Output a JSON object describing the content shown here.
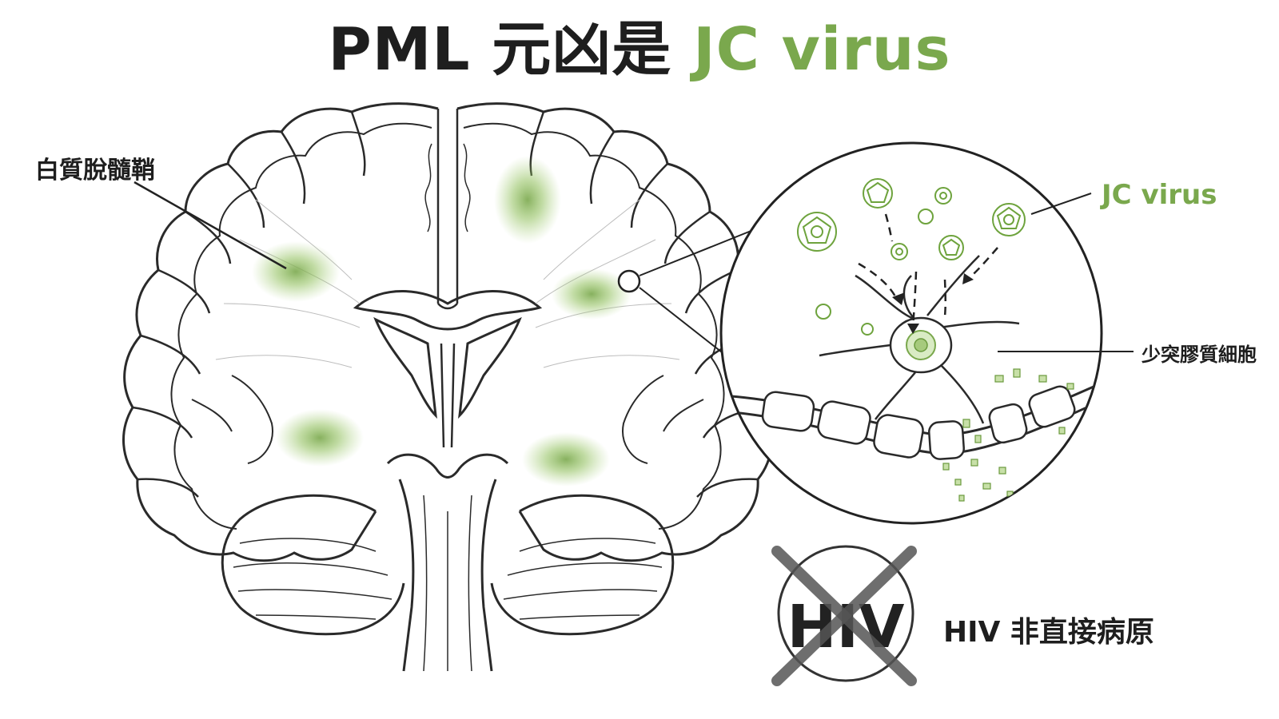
{
  "title": {
    "main": "PML 元凶是 ",
    "accent": "JC virus"
  },
  "labels": {
    "white_matter": "白質脫髓鞘",
    "jc_virus": "JC virus",
    "oligodendrocyte": "少突膠質細胞",
    "hiv_note": "HIV 非直接病原",
    "hiv_symbol": "HIV"
  },
  "colors": {
    "accent": "#7aa84d",
    "lesion": "#8fbf5a",
    "ink": "#1e1e1e",
    "line": "#2a2a2a"
  },
  "icons": {
    "crossed_circle": "cross-out-icon",
    "virus": "virus-particle-icon"
  }
}
